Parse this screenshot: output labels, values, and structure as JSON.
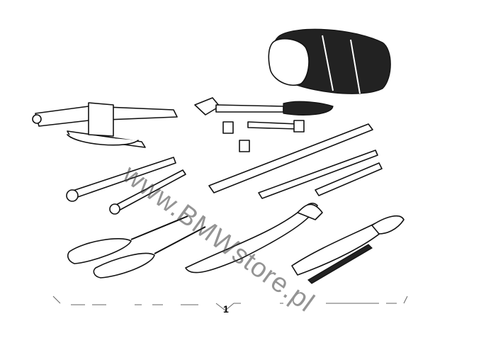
{
  "diagram": {
    "callout_label": "1",
    "watermark": "www.BMWstore.pl",
    "tools": [
      "tool-roll-bag",
      "scissor-jack",
      "ratchet-handle",
      "socket",
      "extension-bar",
      "socket-small",
      "tube-wrench-long",
      "tube-wrench-medium",
      "tube-wrench-short",
      "open-end-wrench",
      "ring-wrench",
      "screwdriver-flat",
      "screwdriver-phillips",
      "water-pump-pliers",
      "combination-pliers"
    ]
  }
}
